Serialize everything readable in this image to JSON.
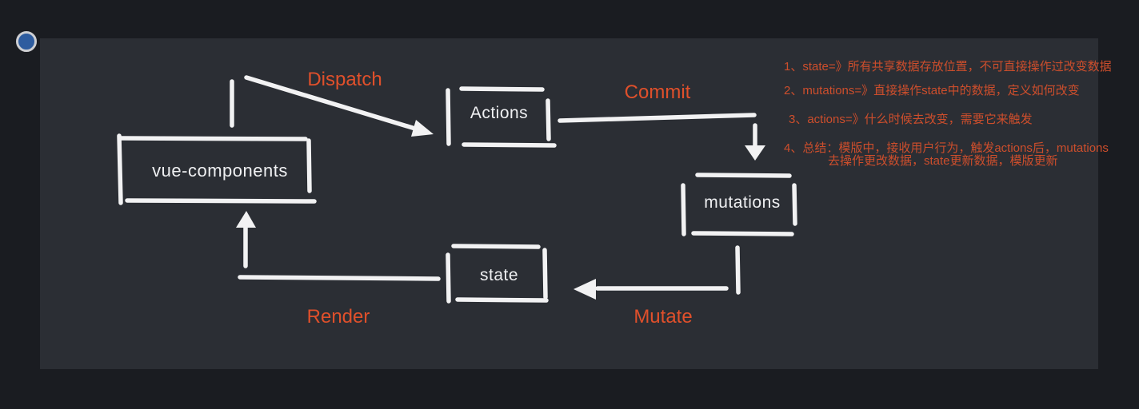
{
  "window": {
    "control_dot": {
      "fill_color": "#2e5c9f",
      "ring_color": "#cdced2"
    }
  },
  "colors": {
    "outer_background": "#1a1c21",
    "panel_background": "#2b2e34",
    "sketch_stroke": "#f2f2f3",
    "node_text": "#eff0f2",
    "edge_label_text": "#e0502b",
    "annotation_text": "#cd4e2c"
  },
  "diagram": {
    "title": "Vuex data flow sketch",
    "nodes": [
      {
        "id": "vue-components",
        "label": "vue-components"
      },
      {
        "id": "actions",
        "label": "Actions"
      },
      {
        "id": "mutations",
        "label": "mutations"
      },
      {
        "id": "state",
        "label": "state"
      }
    ],
    "edges": [
      {
        "from": "vue-components",
        "to": "actions",
        "label": "Dispatch"
      },
      {
        "from": "actions",
        "to": "mutations",
        "label": "Commit"
      },
      {
        "from": "mutations",
        "to": "state",
        "label": "Mutate"
      },
      {
        "from": "state",
        "to": "vue-components",
        "label": "Render"
      }
    ]
  },
  "annotations": {
    "items": [
      {
        "text": "1、state=》所有共享数据存放位置，不可直接操作过改变数据"
      },
      {
        "text": "2、mutations=》直接操作state中的数据，定义如何改变"
      },
      {
        "text": "3、actions=》什么时候去改变，需要它来触发"
      },
      {
        "text": "4、总结：模版中，接收用户行为，触发actions后，mutations"
      },
      {
        "text": "去操作更改数据，state更新数据，模版更新"
      }
    ]
  }
}
